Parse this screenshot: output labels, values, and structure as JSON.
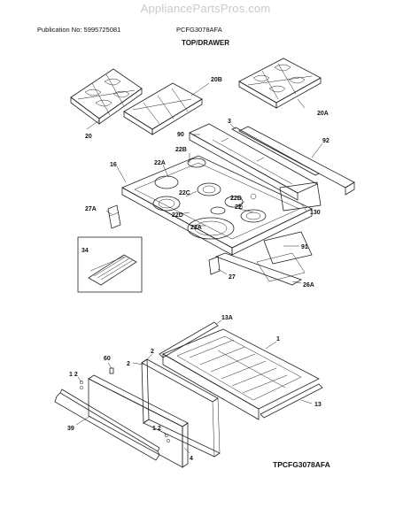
{
  "watermark": "AppliancePartsPros.com",
  "header": {
    "publication": "Publication No: 5995725081",
    "model": "PCFG3078AFA",
    "section_title": "TOP/DRAWER"
  },
  "diagram_code": "TPCFG3078AFA",
  "labels": {
    "grate_left": "20",
    "grate_middle": "20B",
    "grate_right": "20A",
    "trim_3": "3",
    "backguard_90": "90",
    "rail_92": "92",
    "burner_22b": "22B",
    "burner_22a_top": "22A",
    "cooktop_16": "16",
    "burner_22c": "22C",
    "burner_22d_right": "22D",
    "burner_22": "22",
    "burner_22d_left": "22D",
    "burner_22a_bottom": "22A",
    "bracket_27a": "27A",
    "trim_130": "130",
    "panel_91": "91",
    "griddle_34": "34",
    "bracket_27": "27",
    "bracket_26a": "26A",
    "slide_13a": "13A",
    "drawer_1": "1",
    "side_2_top": "2",
    "side_2_left": "2",
    "clip_60": "60",
    "screws_12_top": "1  2",
    "glide_13": "13",
    "screws_12_bottom": "1  2",
    "handle_39": "39",
    "panel_4": "4"
  }
}
